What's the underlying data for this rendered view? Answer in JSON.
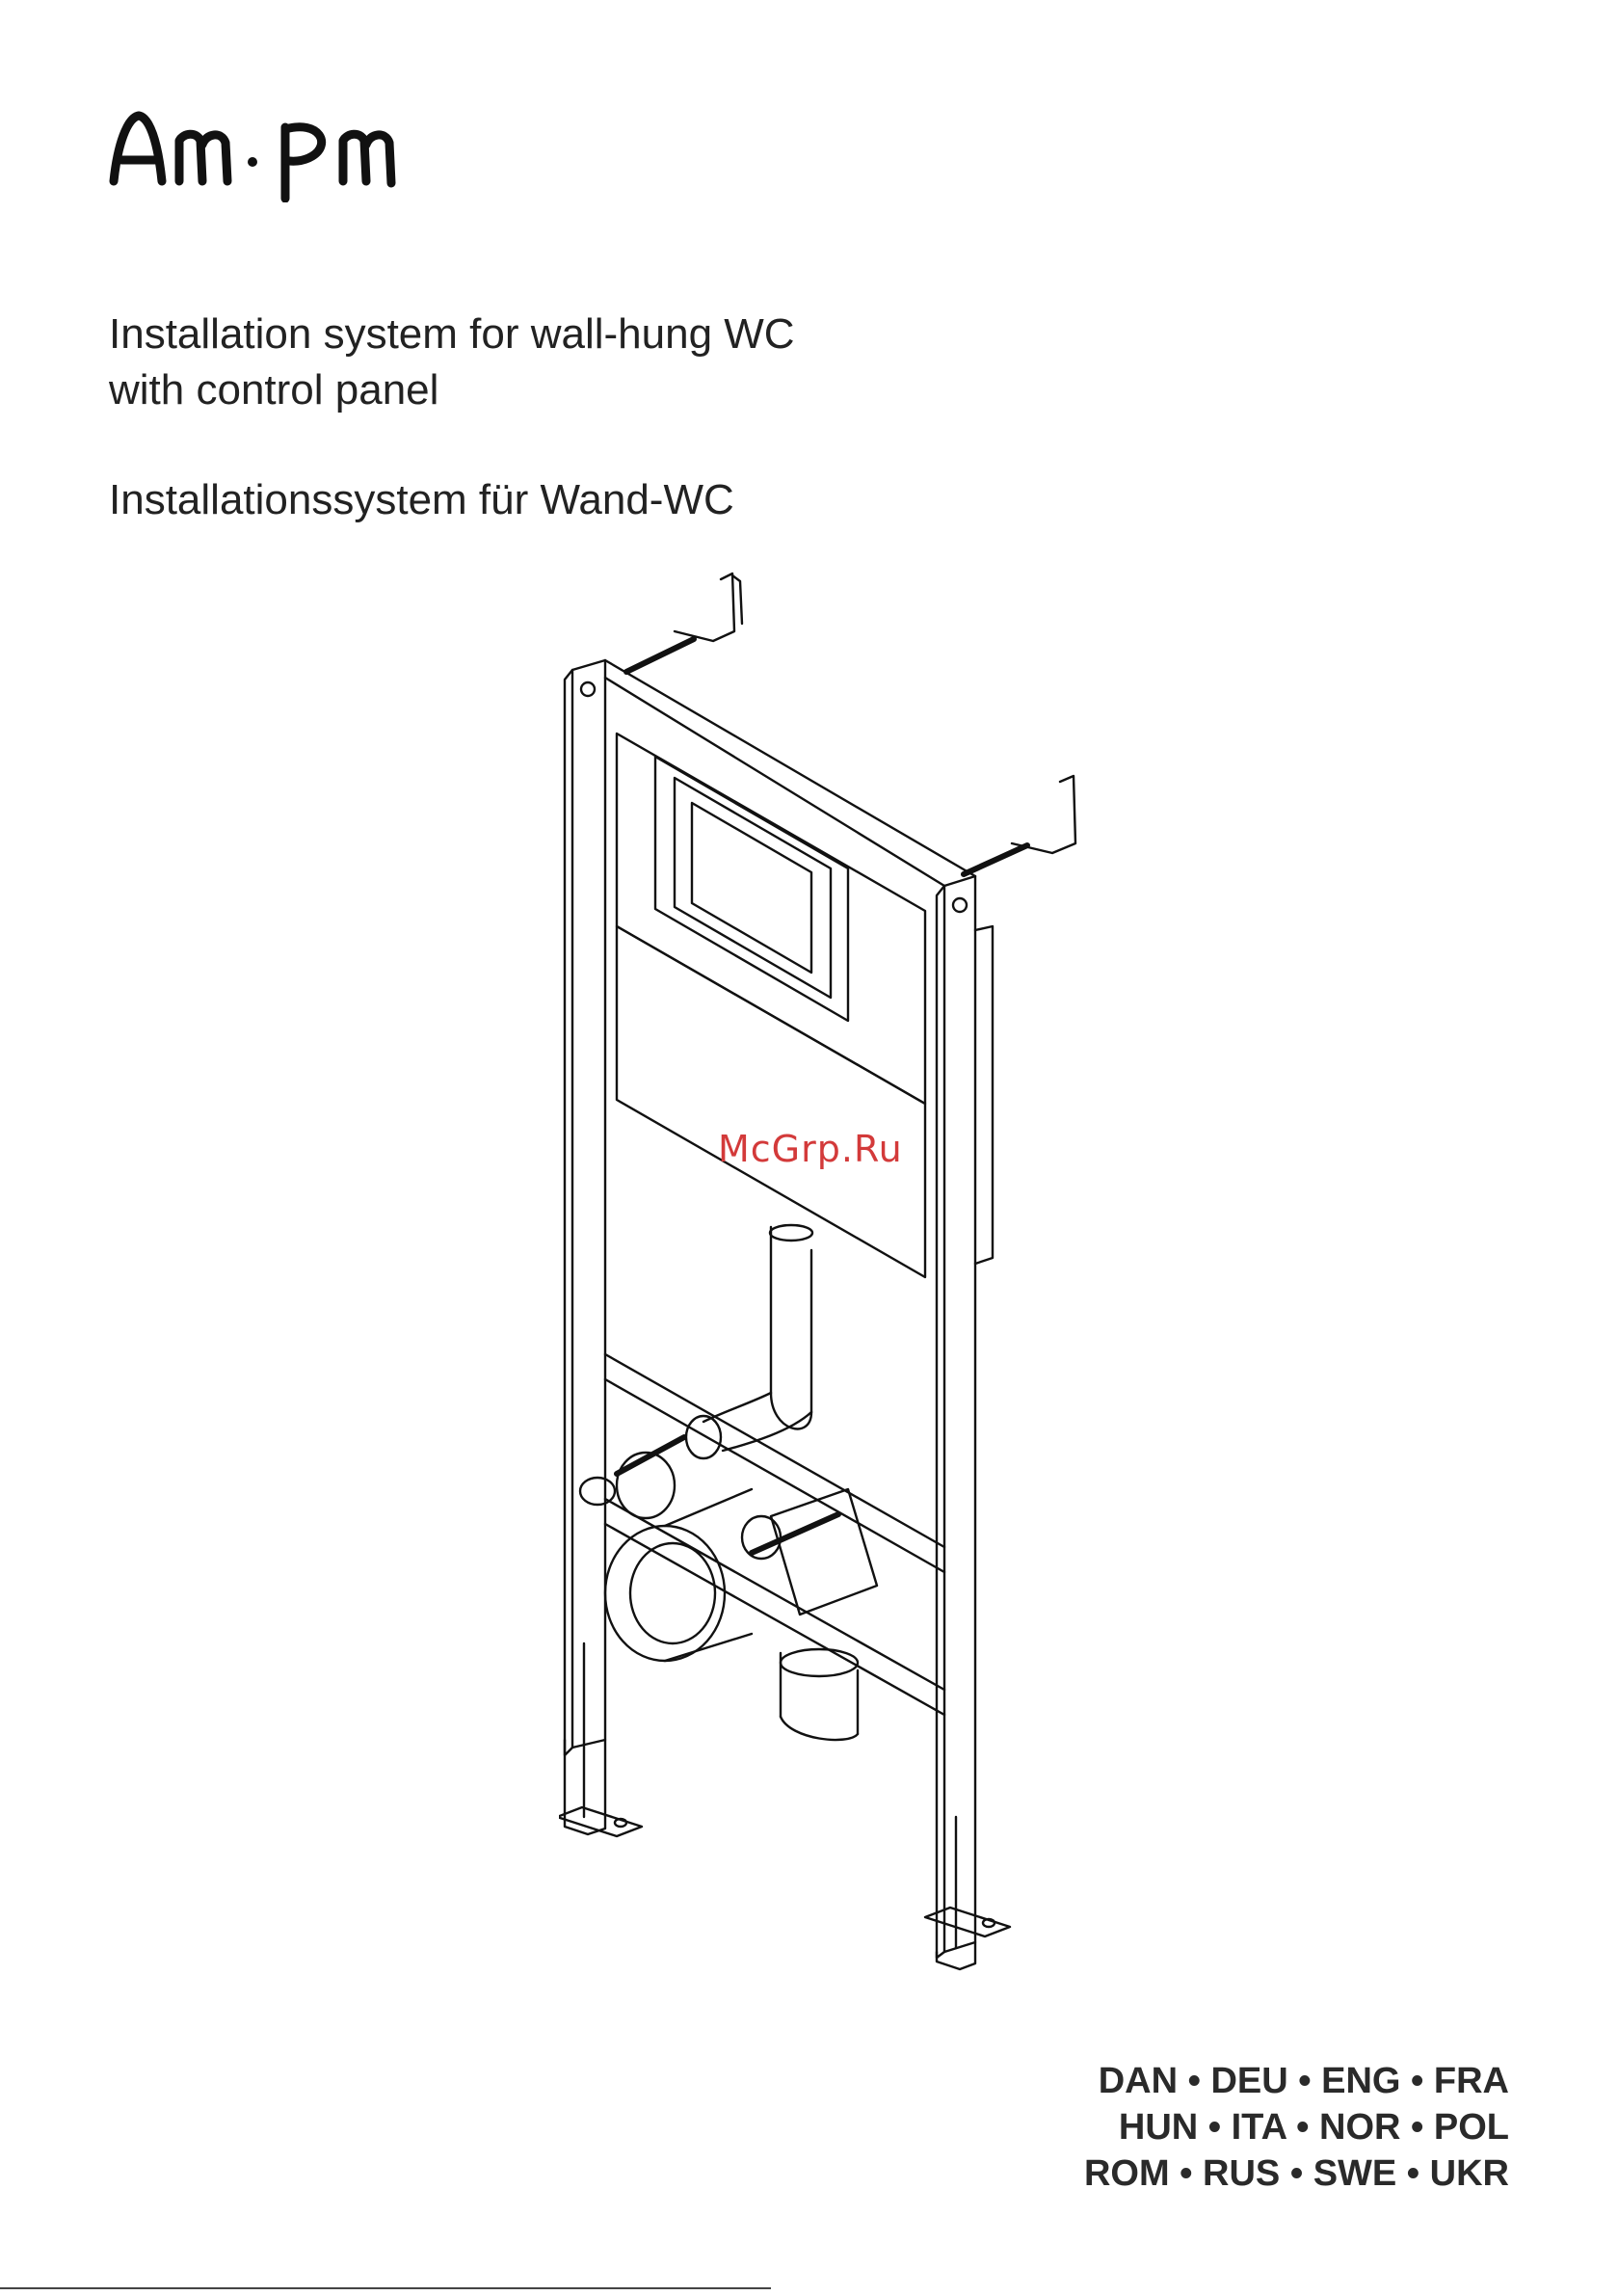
{
  "brand": {
    "logo_text": "AM·PM"
  },
  "titles": {
    "line1": "Installation system for wall-hung WC",
    "line2": "with control panel",
    "line3": "Installationssystem für Wand-WC"
  },
  "watermark": "McGrp.Ru",
  "languages": {
    "line1": "DAN • DEU • ENG • FRA",
    "line2": "HUN • ITA • NOR • POL",
    "line3": "ROM • RUS • SWE • UKR"
  }
}
